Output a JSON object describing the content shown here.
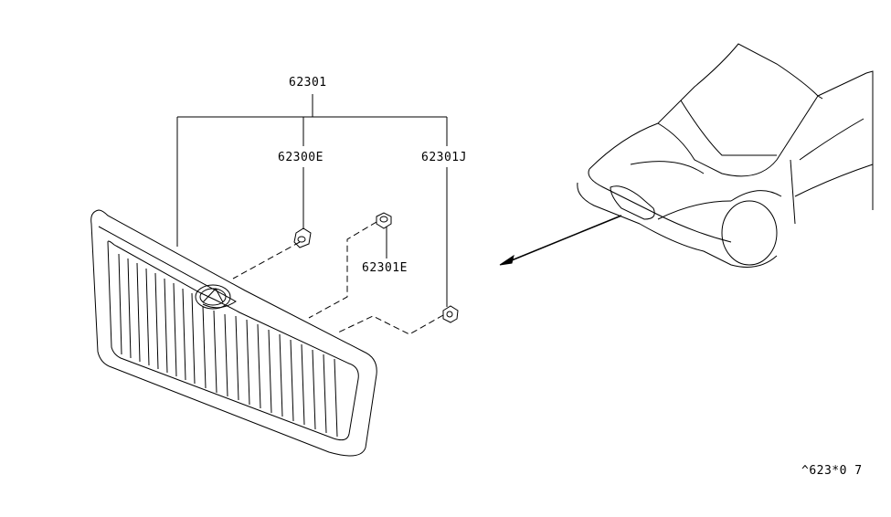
{
  "labels": {
    "assembly": "62301",
    "clip_left": "62300E",
    "clip_right": "62301J",
    "clip_center": "62301E",
    "diagram_code": "^623*0 7"
  },
  "parts": [
    {
      "part_number": "62301",
      "name": "grille"
    },
    {
      "part_number": "62300E",
      "name": "clip"
    },
    {
      "part_number": "62301J",
      "name": "clip"
    },
    {
      "part_number": "62301E",
      "name": "clip"
    }
  ]
}
